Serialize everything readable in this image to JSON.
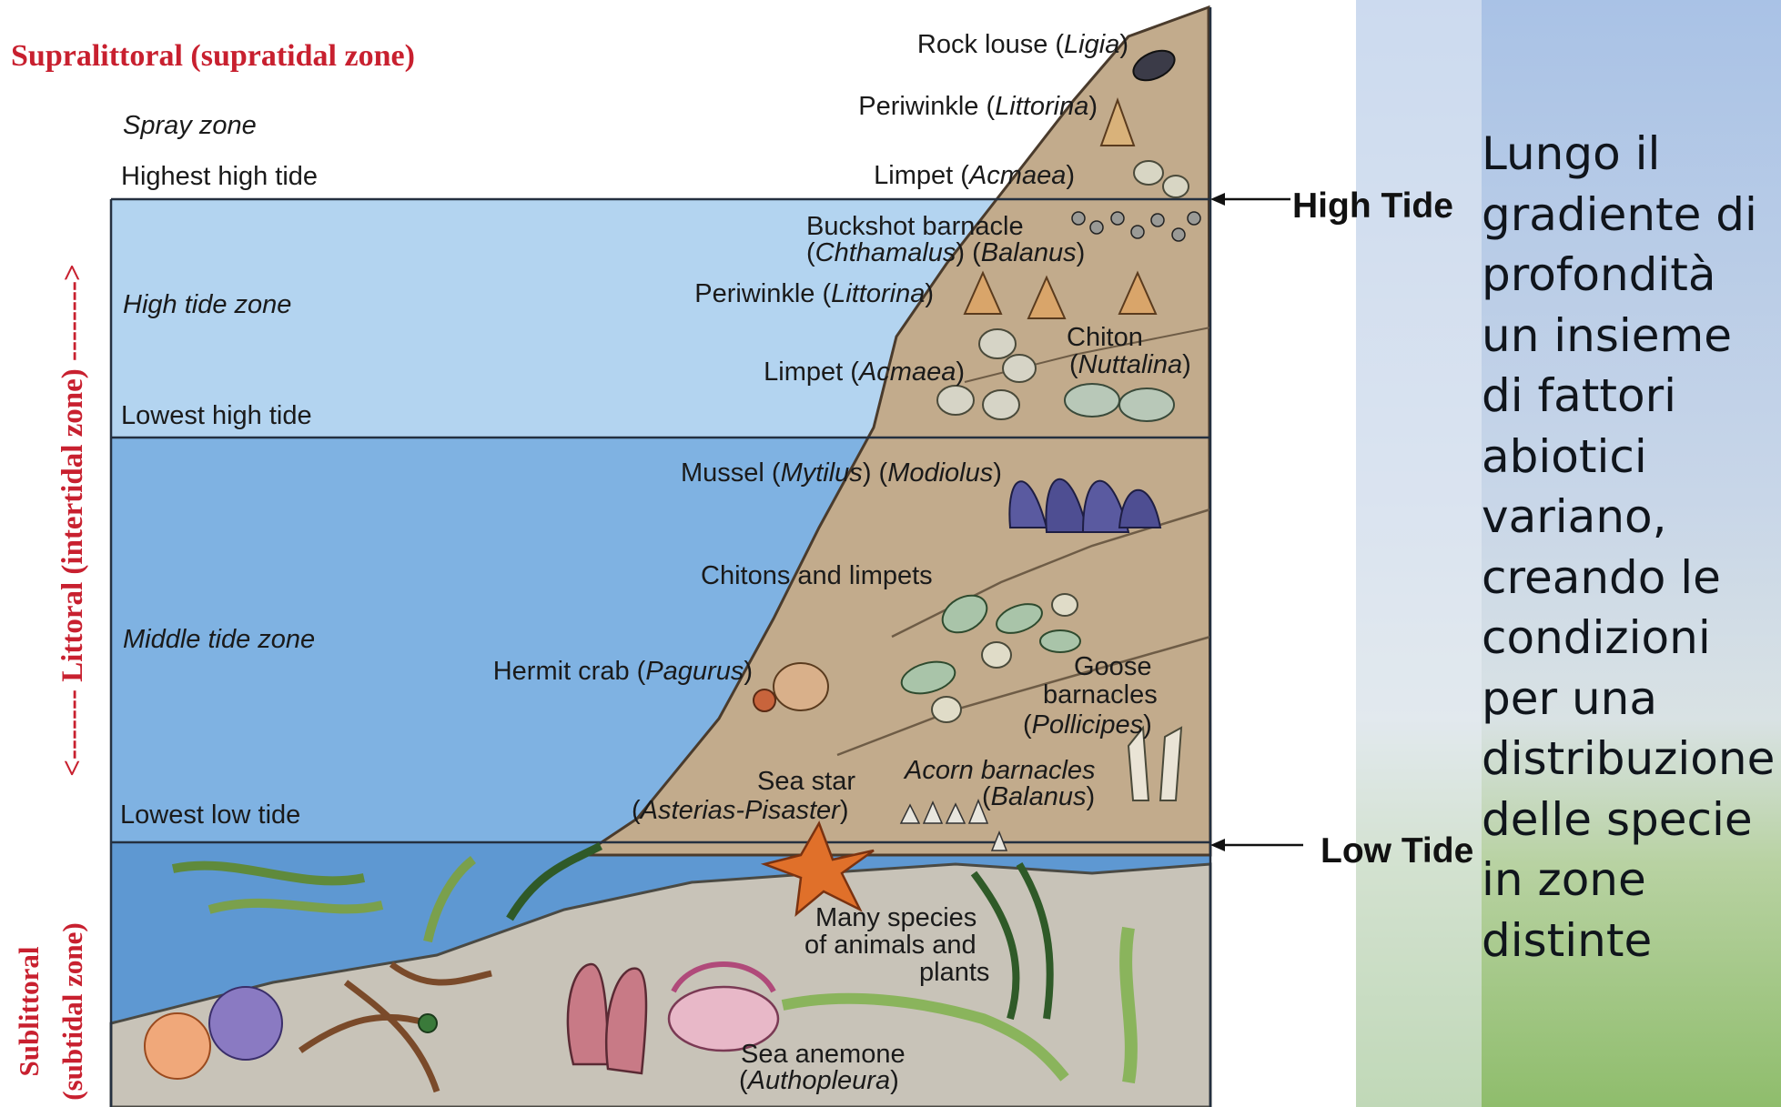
{
  "zones": {
    "supralittoral": "Supralittoral (supratidal zone)",
    "littoral": "<------- Littoral (intertidal zone) -------->",
    "sublittoral_1": "Sublittoral",
    "sublittoral_2": "(subtidal zone)"
  },
  "levels": {
    "spray_zone": "Spray zone",
    "highest_high_tide": "Highest high tide",
    "high_tide_zone": "High tide zone",
    "lowest_high_tide": "Lowest high tide",
    "middle_tide_zone": "Middle tide zone",
    "lowest_low_tide": "Lowest low tide"
  },
  "tides": {
    "high": "High Tide",
    "low": "Low Tide"
  },
  "organisms": {
    "rock_louse": {
      "name": "Rock louse (",
      "genus": "Ligia",
      "close": ")"
    },
    "periwinkle_top": {
      "name": "Periwinkle (",
      "genus": "Littorina",
      "close": ")"
    },
    "limpet_top": {
      "name": "Limpet (",
      "genus": "Acmaea",
      "close": ")"
    },
    "buckshot_1": "Buckshot barnacle",
    "buckshot_2": {
      "open": "(",
      "genus1": "Chthamalus",
      "mid": ") (",
      "genus2": "Balanus",
      "close": ")"
    },
    "periwinkle_mid": {
      "name": "Periwinkle (",
      "genus": "Littorina",
      "close": ")"
    },
    "chiton_1": "Chiton",
    "chiton_2": {
      "open": "(",
      "genus": "Nuttalina",
      "close": ")"
    },
    "limpet_mid": {
      "name": "Limpet (",
      "genus": "Acmaea",
      "close": ")"
    },
    "mussel": {
      "name": "Mussel (",
      "genus1": "Mytilus",
      "mid": ") (",
      "genus2": "Modiolus",
      "close": ")"
    },
    "chitons_limpets": "Chitons and limpets",
    "hermit_crab": {
      "name": "Hermit crab (",
      "genus": "Pagurus",
      "close": ")"
    },
    "goose_1": "Goose",
    "goose_2": "barnacles",
    "goose_3": {
      "open": "(",
      "genus": "Pollicipes",
      "close": ")"
    },
    "acorn_1": "Acorn barnacles",
    "acorn_2": {
      "open": "(",
      "genus": "Balanus",
      "close": ")"
    },
    "sea_star_1": "Sea star",
    "sea_star_2": {
      "open": "(",
      "genus": "Asterias-Pisaster",
      "close": ")"
    },
    "many_species_1": "Many species",
    "many_species_2": "of animals and",
    "many_species_3": "plants",
    "anemone_1": "Sea anemone",
    "anemone_2": {
      "open": "(",
      "genus": "Authopleura",
      "close": ")"
    }
  },
  "side_text": "Lungo il gradiente di profondità un insieme di fattori abiotici variano, creando le condizioni per una distribuzione delle specie in zone distinte",
  "colors": {
    "zone_label_red": "#c8202f",
    "high_tide_zone": "#b3d4f0",
    "middle_tide_zone": "#7fb2e2",
    "subtidal_zone": "#5e98d2",
    "rock": "#c2ab8c",
    "sea_floor": "#c8c3b8"
  }
}
